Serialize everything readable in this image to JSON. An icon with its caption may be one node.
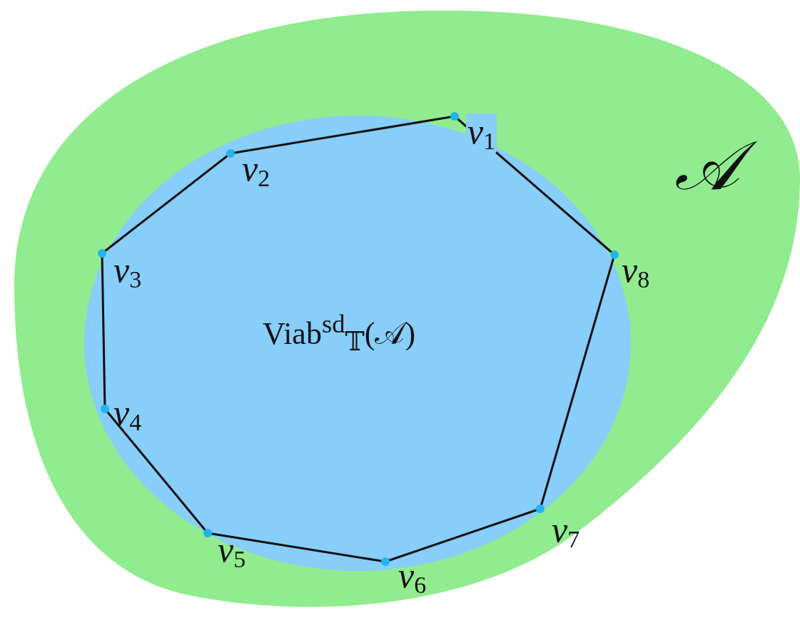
{
  "diagram": {
    "nodes": [
      {
        "text": [
          "𝒜"
        ]
      },
      {
        "text": [
          "Viab$^{sd}$$_{𝕋}$(𝒜)"
        ],
        "in": 0
      },
      {
        "text": [
          "v$_{1}$"
        ],
        "in": 1
      },
      {
        "text": [
          "v$_{2}$"
        ],
        "in": 1
      },
      {
        "text": [
          "v$_{3}$"
        ],
        "in": 1
      },
      {
        "text": [
          "v$_{4}$"
        ],
        "in": 1
      },
      {
        "text": [
          "v$_{5}$"
        ],
        "in": 1
      },
      {
        "text": [
          "v$_{6}$"
        ],
        "in": 1
      },
      {
        "text": [
          "v$_{7}$"
        ],
        "in": 1
      },
      {
        "text": [
          "v$_{8}$"
        ],
        "in": 1
      }
    ],
    "edges": [
      {
        "from": 2,
        "to": 3,
        "arrow": "none"
      },
      {
        "from": 3,
        "to": 4,
        "arrow": "none"
      },
      {
        "from": 4,
        "to": 5,
        "arrow": "none"
      },
      {
        "from": 5,
        "to": 6,
        "arrow": "none"
      },
      {
        "from": 6,
        "to": 7,
        "arrow": "none"
      },
      {
        "from": 7,
        "to": 8,
        "arrow": "none"
      },
      {
        "from": 8,
        "to": 9,
        "arrow": "none"
      },
      {
        "from": 9,
        "to": 2,
        "arrow": "none"
      }
    ]
  }
}
